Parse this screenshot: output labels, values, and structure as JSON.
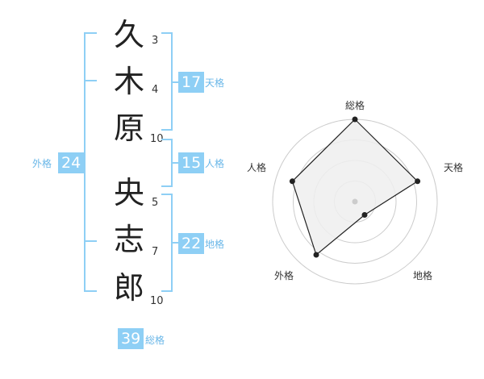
{
  "name": {
    "characters": [
      {
        "char": "久",
        "strokes": "3"
      },
      {
        "char": "木",
        "strokes": "4"
      },
      {
        "char": "原",
        "strokes": "10"
      },
      {
        "char": "央",
        "strokes": "5"
      },
      {
        "char": "志",
        "strokes": "7"
      },
      {
        "char": "郎",
        "strokes": "10"
      }
    ]
  },
  "fortunes": {
    "tenkaku": {
      "value": "17",
      "label": "天格"
    },
    "jinkaku": {
      "value": "15",
      "label": "人格"
    },
    "chikaku": {
      "value": "22",
      "label": "地格"
    },
    "gaikaku": {
      "value": "24",
      "label": "外格"
    },
    "soukaku": {
      "value": "39",
      "label": "総格"
    }
  },
  "chart_data": {
    "type": "radar",
    "axes": [
      "総格",
      "天格",
      "地格",
      "外格",
      "人格"
    ],
    "values": [
      5,
      4,
      1,
      4,
      4
    ],
    "max": 5,
    "rings": 4,
    "colors": {
      "fill": "#eeeeee",
      "line": "#222222",
      "ring": "#cccccc",
      "point": "#222222",
      "center": "#cccccc"
    }
  },
  "colors": {
    "accent": "#8ecff5",
    "label": "#6ab7e8"
  }
}
